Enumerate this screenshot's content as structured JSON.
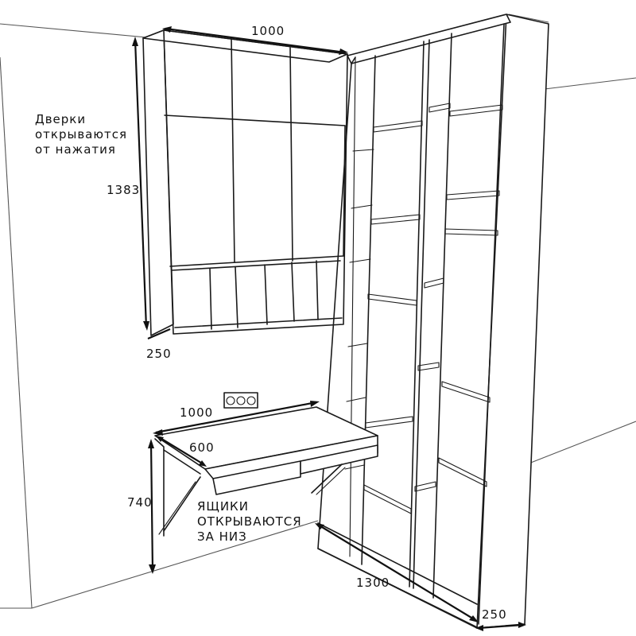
{
  "dimensions": {
    "upper_width": "1000",
    "upper_height": "1383",
    "upper_depth": "250",
    "desk_width": "1000",
    "desk_depth": "600",
    "desk_height": "740",
    "shelf_width": "1300",
    "shelf_depth": "250"
  },
  "notes": {
    "doors": [
      "Дверки",
      "открываются",
      "от нажатия"
    ],
    "drawers": [
      "ЯЩИКИ",
      "ОТКРЫВАЮТСЯ",
      "ЗА НИЗ"
    ]
  },
  "socket": {
    "outlet_count": 3
  }
}
